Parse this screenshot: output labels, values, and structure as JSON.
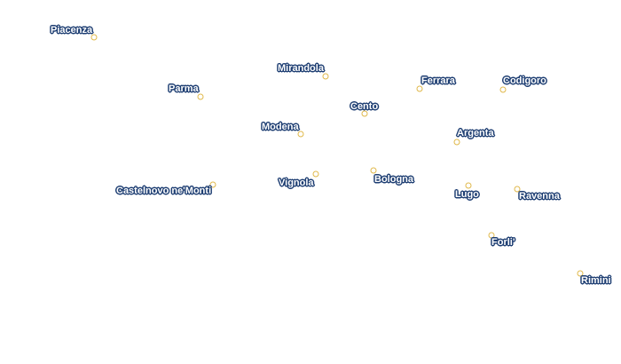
{
  "colors": {
    "label_text": "#ffffff",
    "label_halo": "#1f3f73",
    "marker_stroke": "#e0b84a",
    "background": "#ffffff"
  },
  "cities": [
    {
      "name": "Piacenza"
    },
    {
      "name": "Parma"
    },
    {
      "name": "Mirandola"
    },
    {
      "name": "Ferrara"
    },
    {
      "name": "Codigoro"
    },
    {
      "name": "Cento"
    },
    {
      "name": "Modena"
    },
    {
      "name": "Argenta"
    },
    {
      "name": "Bologna"
    },
    {
      "name": "Vignola"
    },
    {
      "name": "Castelnovo ne'Monti"
    },
    {
      "name": "Lugo"
    },
    {
      "name": "Ravenna"
    },
    {
      "name": "Forli'"
    },
    {
      "name": "Rimini"
    }
  ]
}
